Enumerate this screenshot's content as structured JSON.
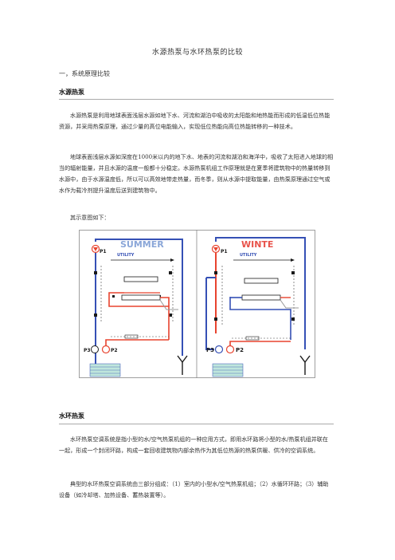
{
  "title": "水源热泵与水环热泵的比较",
  "section1": "一，系统原理比较",
  "heading_water_source": "水源热泵",
  "para1": "水源热泵是利用地球表面浅层水源如地下水、河流和湖泊中吸收的太阳能和地热能而形成的低温低位热能资源，并采用热泵原理，通过少量的高位电能输入，实现低位热能向高位热能转移的一种技术。",
  "para2": "地球表面浅层水源如深度在1000米以内的地下水、地表的河流和湖泊和海洋中，吸收了太阳进入地球的相当的辐射能量，并且水源的温度一般都十分稳定。水源热泵机组工作原理就是在夏季将建筑物中的热量转移到水源中，由于水源温度低，所以可以高效地带走热量，而冬季，则从水源中提取能量，由热泵原理通过空气或水作为载冷剂提升温度后送到建筑物中。",
  "para3": "其示意图如下：",
  "diagram": {
    "left": {
      "season": "SUMMER",
      "utility": "UTILITY",
      "p1": "P1",
      "p2": "P2",
      "p3": "P3",
      "accent": "#8aa6d8"
    },
    "right": {
      "season": "WINTE",
      "utility": "UTILITY",
      "p1": "P1",
      "p2": "P2",
      "p3": "P3",
      "accent": "#e8524a"
    }
  },
  "heading_water_loop": "水环热泵",
  "para4": "水环热泵空调系统是指小型的水/空气热泵机组的一种应用方式，即用水环路将小型的水/热泵机组并联在一起，形成一个封闭环路，构成一套回收建筑物内部余热作为其低位热源的热泵供暖、供冷的空调系统。",
  "para5": "典型的水环热泵空调系统由三部分组成：（1）室内的小型水/空气热泵机组；（2）水循环环路；（3）辅助设备（如冷却塔、加热设备、蓄热装置等）。",
  "colors": {
    "red": "#e8432e",
    "blue": "#3550b5",
    "dark": "#1a1a1a"
  }
}
